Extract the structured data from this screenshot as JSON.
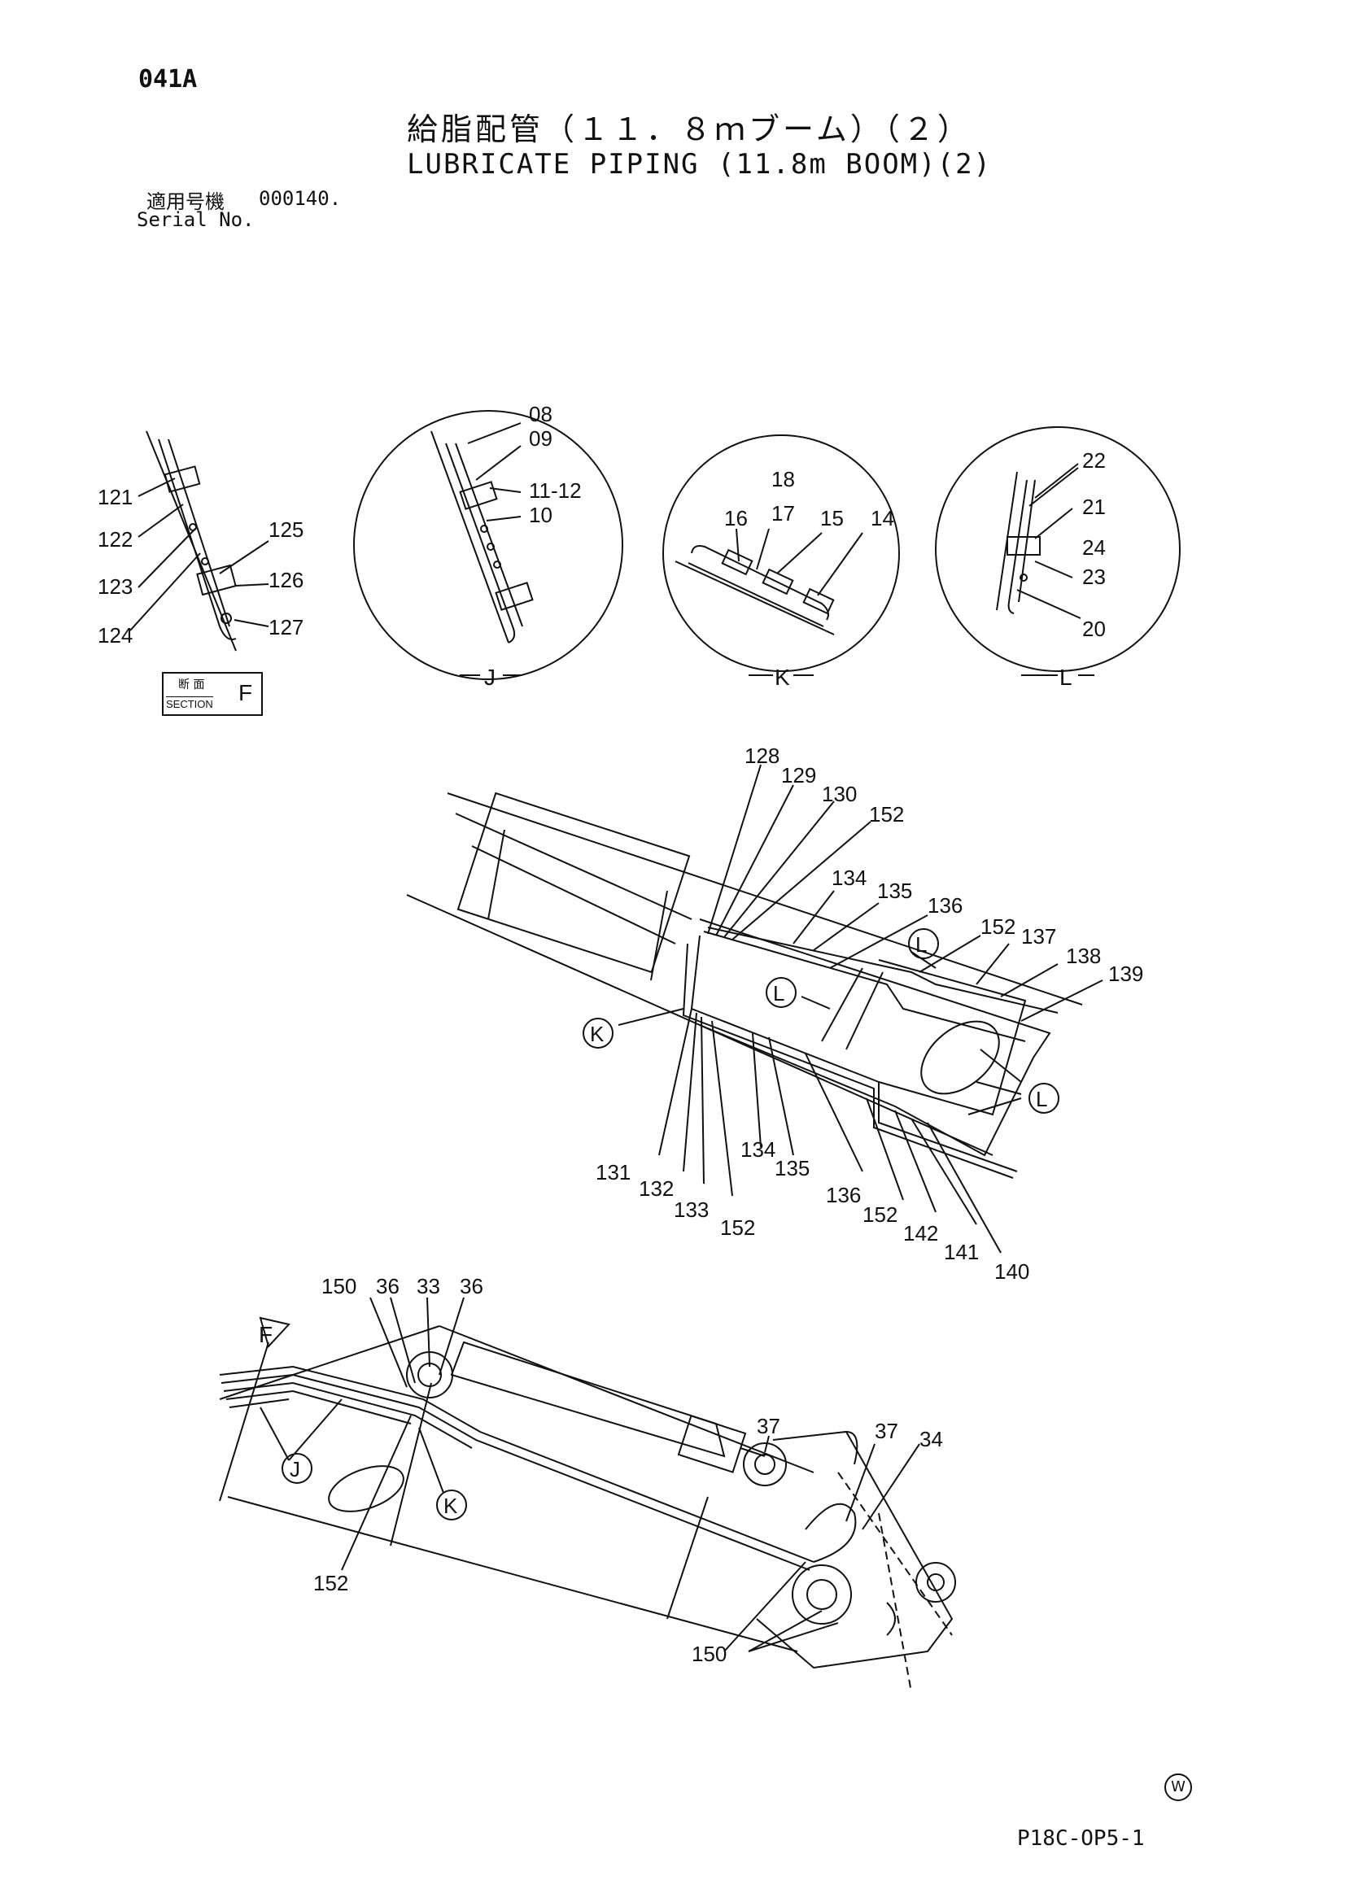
{
  "header": {
    "page_code": "041A",
    "title_jp": "給脂配管（１１．８ｍブーム）（２）",
    "title_en": "LUBRICATE PIPING (11.8m BOOM)(2)",
    "serial_label_jp": "適用号機",
    "serial_value": "000140.",
    "serial_label_en": "Serial No."
  },
  "section_badge": {
    "label_jp": "断 面",
    "label_en": "SECTION",
    "letter": "F"
  },
  "views": {
    "j": {
      "letter": "J",
      "callouts": [
        "08",
        "09",
        "11-12",
        "10"
      ]
    },
    "k": {
      "letter": "K",
      "callouts": [
        "18",
        "17",
        "16",
        "15",
        "14"
      ]
    },
    "l": {
      "letter": "L",
      "callouts": [
        "22",
        "21",
        "24",
        "23",
        "20"
      ]
    }
  },
  "section_f_callouts": [
    "121",
    "122",
    "123",
    "124",
    "125",
    "126",
    "127"
  ],
  "boom_top_callouts": {
    "top": [
      "128",
      "129",
      "130",
      "152",
      "134",
      "135",
      "136",
      "152",
      "137",
      "138",
      "139"
    ],
    "bottom": [
      "131",
      "132",
      "133",
      "152",
      "134",
      "135",
      "136",
      "152",
      "142",
      "141",
      "140"
    ],
    "view_markers": [
      "K",
      "L",
      "L",
      "L"
    ]
  },
  "boom_bottom_callouts": {
    "labels": [
      "150",
      "36",
      "33",
      "36",
      "37",
      "37",
      "34",
      "152",
      "150"
    ],
    "view_markers": [
      "J",
      "K"
    ],
    "section_marker": "F"
  },
  "footer": {
    "code": "P18C-OP5-1",
    "mark": "W"
  }
}
